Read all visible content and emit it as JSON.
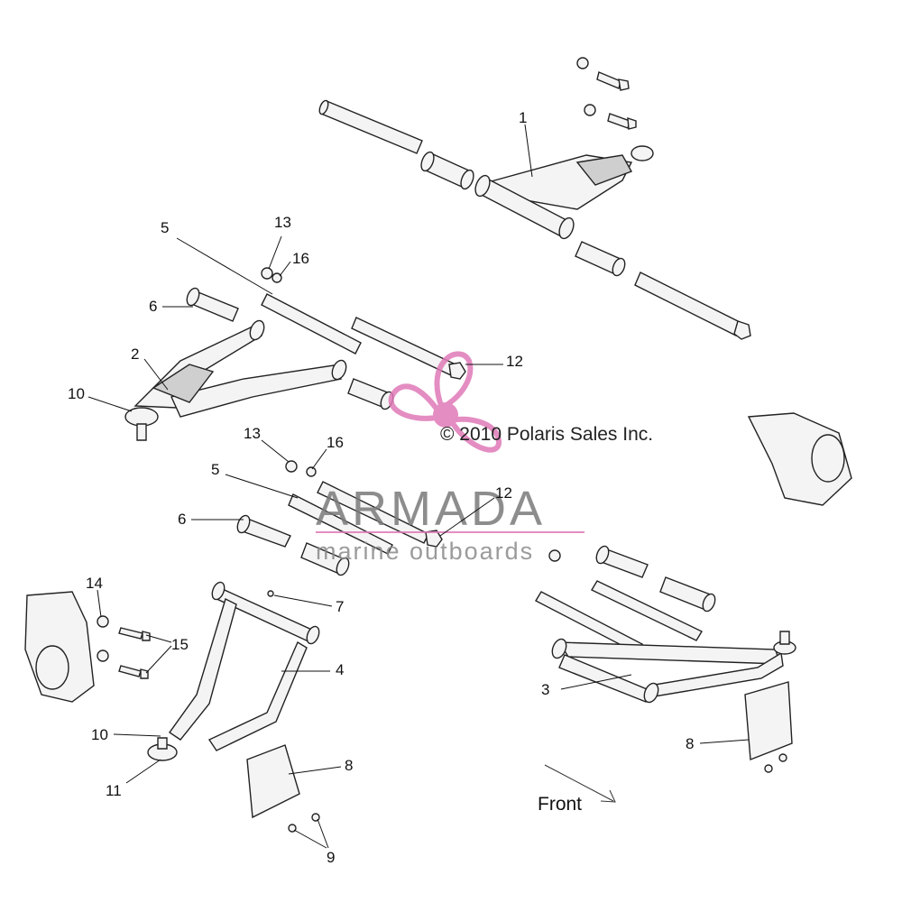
{
  "diagram": {
    "copyright": "© 2010 Polaris Sales Inc.",
    "direction_label": "Front",
    "watermark": {
      "title": "ARMADA",
      "subtitle": "marine outboards",
      "logo_color": "#e07ab8"
    },
    "callouts": {
      "c1": "1",
      "c2": "2",
      "c3": "3",
      "c4": "4",
      "c5a": "5",
      "c5b": "5",
      "c6a": "6",
      "c6b": "6",
      "c7": "7",
      "c8a": "8",
      "c8b": "8",
      "c9": "9",
      "c10a": "10",
      "c10b": "10",
      "c11": "11",
      "c12a": "12",
      "c12b": "12",
      "c13a": "13",
      "c13b": "13",
      "c14": "14",
      "c15": "15",
      "c16a": "16",
      "c16b": "16"
    }
  }
}
